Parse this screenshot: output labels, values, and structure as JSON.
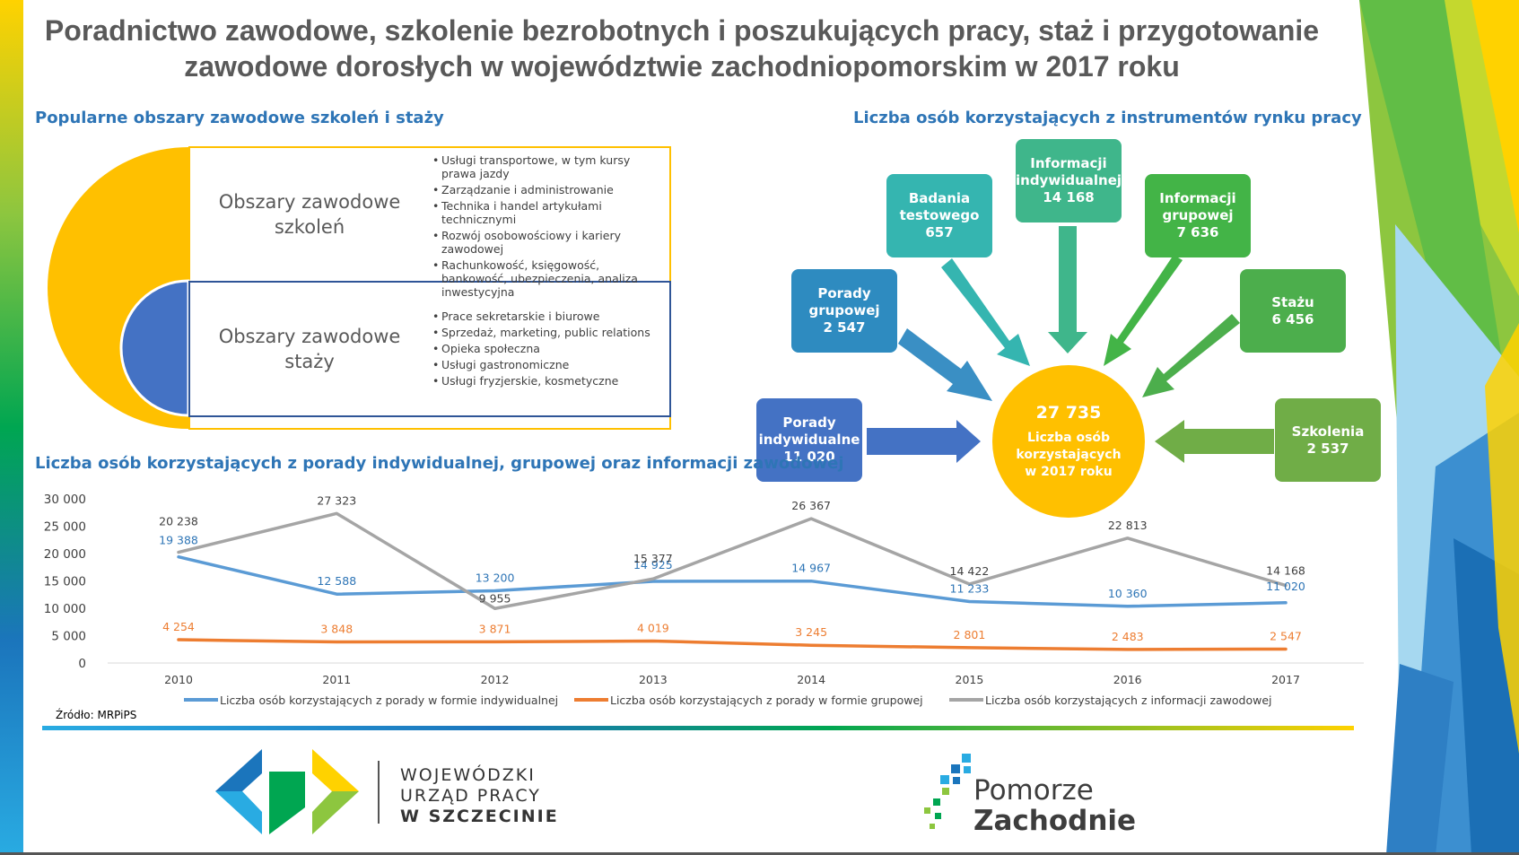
{
  "title": {
    "line1": "Poradnictwo zawodowe, szkolenie bezrobotnych i poszukujących pracy, staż i przygotowanie",
    "line2": "zawodowe dorosłych w województwie zachodniopomorskim w 2017 roku"
  },
  "areas": {
    "heading": "Popularne obszary zawodowe szkoleń i staży",
    "training": {
      "label_line1": "Obszary zawodowe",
      "label_line2": "szkoleń",
      "items": [
        "Usługi transportowe, w tym kursy prawa jazdy",
        "Zarządzanie i administrowanie",
        "Technika i handel artykułami technicznymi",
        "Rozwój osobowościowy i kariery zawodowej",
        "Rachunkowość, księgowość, bankowość, ubezpieczenia, analiza inwestycyjna"
      ]
    },
    "internship": {
      "label_line1": "Obszary zawodowe",
      "label_line2": "staży",
      "items": [
        "Prace sekretarskie i biurowe",
        "Sprzedaż, marketing, public relations",
        "Opieka społeczna",
        "Usługi gastronomiczne",
        "Usługi fryzjerskie, kosmetyczne"
      ]
    }
  },
  "instruments": {
    "heading": "Liczba osób korzystających z instrumentów rynku pracy",
    "center": {
      "value": "27 735",
      "label_line1": "Liczba osób",
      "label_line2": "korzystających",
      "label_line3": "w 2017 roku"
    },
    "items": [
      {
        "label1": "Porady",
        "label2": "indywidualne",
        "value": "11 020",
        "color": "#4472c4"
      },
      {
        "label1": "Porady",
        "label2": "grupowej",
        "value": "2 547",
        "color": "#2e8bc0"
      },
      {
        "label1": "Badania",
        "label2": "testowego",
        "value": "657",
        "color": "#35b5b0"
      },
      {
        "label1": "Informacji",
        "label2": "indywidualnej",
        "value": "14 168",
        "color": "#3fb68b"
      },
      {
        "label1": "Informacji",
        "label2": "grupowej",
        "value": "7 636",
        "color": "#43b447"
      },
      {
        "label1": "Stażu",
        "label2": "",
        "value": "6 456",
        "color": "#4cae4c"
      },
      {
        "label1": "Szkolenia",
        "label2": "",
        "value": "2 537",
        "color": "#70ad47"
      }
    ]
  },
  "chart_heading": "Liczba osób korzystających z porady indywidualnej, grupowej oraz informacji zawodowej",
  "chart_data": {
    "type": "line",
    "x": [
      "2010",
      "2011",
      "2012",
      "2013",
      "2014",
      "2015",
      "2016",
      "2017"
    ],
    "ylim": [
      0,
      30000
    ],
    "yticks": [
      "30 000",
      "25 000",
      "20 000",
      "15 000",
      "10 000",
      "5 000",
      "0"
    ],
    "grid": false,
    "legend_position": "bottom",
    "series": [
      {
        "name": "Liczba osób korzystających z porady w formie indywidualnej",
        "color": "#5b9bd5",
        "values": [
          19388,
          12588,
          13200,
          14925,
          14967,
          11233,
          10360,
          11020
        ],
        "labels": [
          "19 388",
          "12 588",
          "13 200",
          "14 925",
          "14 967",
          "11 233",
          "10 360",
          "11 020"
        ]
      },
      {
        "name": "Liczba osób korzystających z porady w formie grupowej",
        "color": "#ed7d31",
        "values": [
          4254,
          3848,
          3871,
          4019,
          3245,
          2801,
          2483,
          2547
        ],
        "labels": [
          "4 254",
          "3 848",
          "3 871",
          "4 019",
          "3 245",
          "2 801",
          "2 483",
          "2 547"
        ]
      },
      {
        "name": "Liczba osób korzystających z informacji zawodowej",
        "color": "#a5a5a5",
        "values": [
          20238,
          27323,
          9955,
          15377,
          26367,
          14422,
          22813,
          14168
        ],
        "labels": [
          "20 238",
          "27 323",
          "9 955",
          "15 377",
          "26 367",
          "14 422",
          "22 813",
          "14 168"
        ]
      }
    ]
  },
  "source": "Źródło: MRPiPS",
  "logos": {
    "wup_line1": "WOJEWÓDZKI",
    "wup_line2": "URZĄD PRACY",
    "wup_line3": "W  SZCZECINIE",
    "pz_line1": "Pomorze",
    "pz_line2": "Zachodnie"
  }
}
